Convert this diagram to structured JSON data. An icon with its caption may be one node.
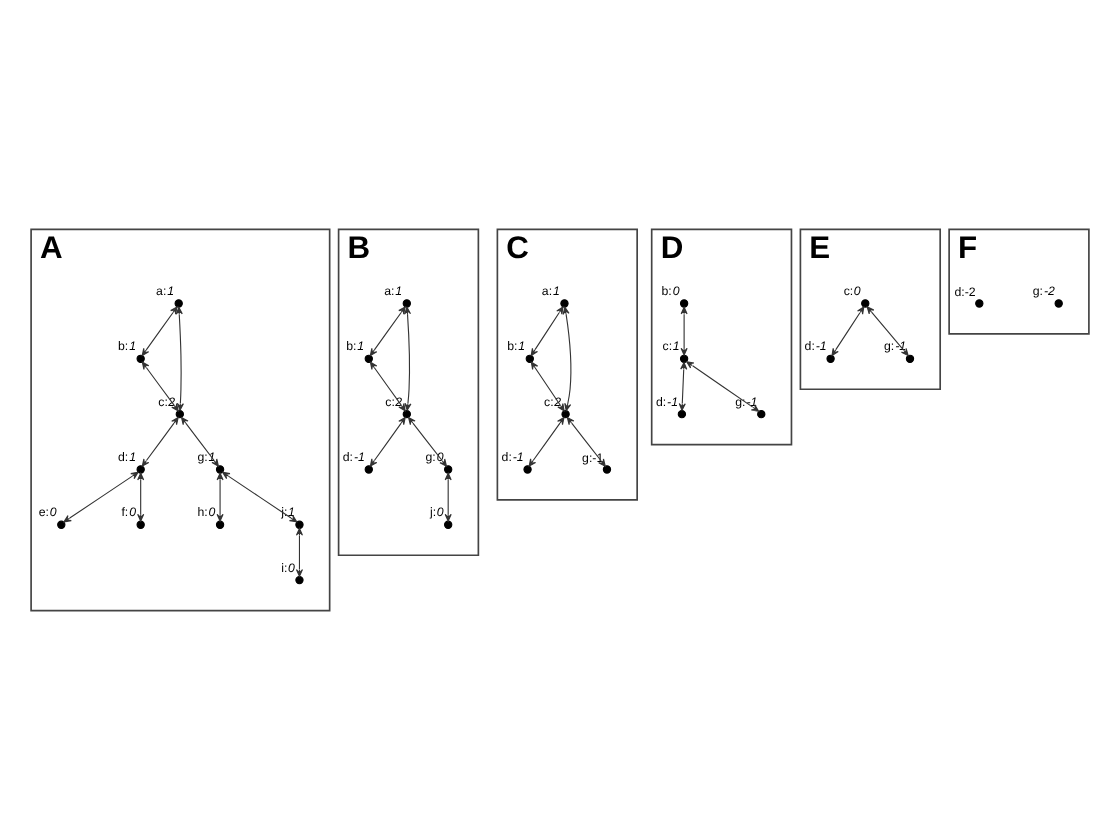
{
  "diagram": {
    "nodes": [
      {
        "text": [
          "A"
        ]
      },
      {
        "text": [],
        "shape": "circle",
        "beside": [
          "a:*1*"
        ],
        "in": 0
      },
      {
        "text": [],
        "shape": "circle",
        "beside": [
          "b:*1*"
        ],
        "in": 0
      },
      {
        "text": [],
        "shape": "circle",
        "beside": [
          "c:*2*"
        ],
        "in": 0
      },
      {
        "text": [],
        "shape": "circle",
        "beside": [
          "d:*1*"
        ],
        "in": 0
      },
      {
        "text": [],
        "shape": "circle",
        "beside": [
          "e:*0*"
        ],
        "in": 0
      },
      {
        "text": [],
        "shape": "circle",
        "beside": [
          "f:*0*"
        ],
        "in": 0
      },
      {
        "text": [],
        "shape": "circle",
        "beside": [
          "g:*1*"
        ],
        "in": 0
      },
      {
        "text": [],
        "shape": "circle",
        "beside": [
          "h:*0*"
        ],
        "in": 0
      },
      {
        "text": [],
        "shape": "circle",
        "beside": [
          "i:*0*"
        ],
        "in": 0
      },
      {
        "text": [],
        "shape": "circle",
        "beside": [
          "j:*1*"
        ],
        "in": 0
      },
      {
        "text": [
          "B"
        ]
      },
      {
        "text": [],
        "shape": "circle",
        "beside": [
          "a:*1*"
        ],
        "in": 11
      },
      {
        "text": [],
        "shape": "circle",
        "beside": [
          "b:*1*"
        ],
        "in": 11
      },
      {
        "text": [],
        "shape": "circle",
        "beside": [
          "c:*2*"
        ],
        "in": 11
      },
      {
        "text": [],
        "shape": "circle",
        "beside": [
          "d:*-1*"
        ],
        "in": 11
      },
      {
        "text": [],
        "shape": "circle",
        "beside": [
          "g:*0*"
        ],
        "in": 11
      },
      {
        "text": [],
        "shape": "circle",
        "beside": [
          "j:*0*"
        ],
        "in": 11
      },
      {
        "text": [
          "C"
        ]
      },
      {
        "text": [],
        "shape": "circle",
        "beside": [
          "a:*1*"
        ],
        "in": 18
      },
      {
        "text": [],
        "shape": "circle",
        "beside": [
          "b:*1*"
        ],
        "in": 18
      },
      {
        "text": [],
        "shape": "circle",
        "beside": [
          "c:*2*"
        ],
        "in": 18
      },
      {
        "text": [],
        "shape": "circle",
        "beside": [
          "d:*-1*"
        ],
        "in": 18
      },
      {
        "text": [],
        "shape": "circle",
        "beside": [
          "g:-1"
        ],
        "in": 18
      },
      {
        "text": [
          "D"
        ]
      },
      {
        "text": [],
        "shape": "circle",
        "beside": [
          "b:*0*"
        ],
        "in": 24
      },
      {
        "text": [],
        "shape": "circle",
        "beside": [
          "c:*1*"
        ],
        "in": 24
      },
      {
        "text": [],
        "shape": "circle",
        "beside": [
          "d:*-1*"
        ],
        "in": 24
      },
      {
        "text": [],
        "shape": "circle",
        "beside": [
          "g:*-1*"
        ],
        "in": 24
      },
      {
        "text": [
          "E"
        ]
      },
      {
        "text": [],
        "shape": "circle",
        "beside": [
          "c:*0*"
        ],
        "in": 29
      },
      {
        "text": [],
        "shape": "circle",
        "beside": [
          "d:*-1*"
        ],
        "in": 29
      },
      {
        "text": [],
        "shape": "circle",
        "beside": [
          "g:*-1*"
        ],
        "in": 29
      },
      {
        "text": [
          "F"
        ]
      },
      {
        "text": [],
        "shape": "circle",
        "beside": [
          "g:*-2*"
        ],
        "in": 33
      },
      {
        "text": [],
        "shape": "circle",
        "beside": [
          "d:-2"
        ],
        "in": 33
      }
    ],
    "edges": [
      {
        "from": 1,
        "to": 2,
        "arrow": "both"
      },
      {
        "from": 2,
        "to": 3,
        "arrow": "both"
      },
      {
        "from": 1,
        "to": 3,
        "arrow": "both"
      },
      {
        "from": 3,
        "to": 7,
        "arrow": "both"
      },
      {
        "from": 7,
        "to": 8,
        "arrow": "both"
      },
      {
        "from": 7,
        "to": 10,
        "arrow": "both"
      },
      {
        "from": 10,
        "to": 9,
        "arrow": "both"
      },
      {
        "from": 3,
        "to": 4,
        "arrow": "both"
      },
      {
        "from": 4,
        "to": 5,
        "arrow": "both"
      },
      {
        "from": 4,
        "to": 6,
        "arrow": "both"
      },
      {
        "from": 12,
        "to": 13,
        "arrow": "both"
      },
      {
        "from": 13,
        "to": 14,
        "arrow": "both"
      },
      {
        "from": 12,
        "to": 14,
        "arrow": "both"
      },
      {
        "from": 14,
        "to": 15,
        "arrow": "both"
      },
      {
        "from": 14,
        "to": 16,
        "arrow": "both"
      },
      {
        "from": 16,
        "to": 17,
        "arrow": "both"
      },
      {
        "from": 19,
        "to": 20,
        "arrow": "both"
      },
      {
        "from": 20,
        "to": 21,
        "arrow": "both"
      },
      {
        "from": 19,
        "to": 21,
        "arrow": "both"
      },
      {
        "from": 21,
        "to": 22,
        "arrow": "both"
      },
      {
        "from": 21,
        "to": 23,
        "arrow": "both"
      },
      {
        "from": 25,
        "to": 26,
        "arrow": "both"
      },
      {
        "from": 26,
        "to": 27,
        "arrow": "both"
      },
      {
        "from": 26,
        "to": 28,
        "arrow": "both"
      },
      {
        "from": 30,
        "to": 32,
        "arrow": "both"
      },
      {
        "from": 30,
        "to": 31,
        "arrow": "both"
      }
    ]
  }
}
